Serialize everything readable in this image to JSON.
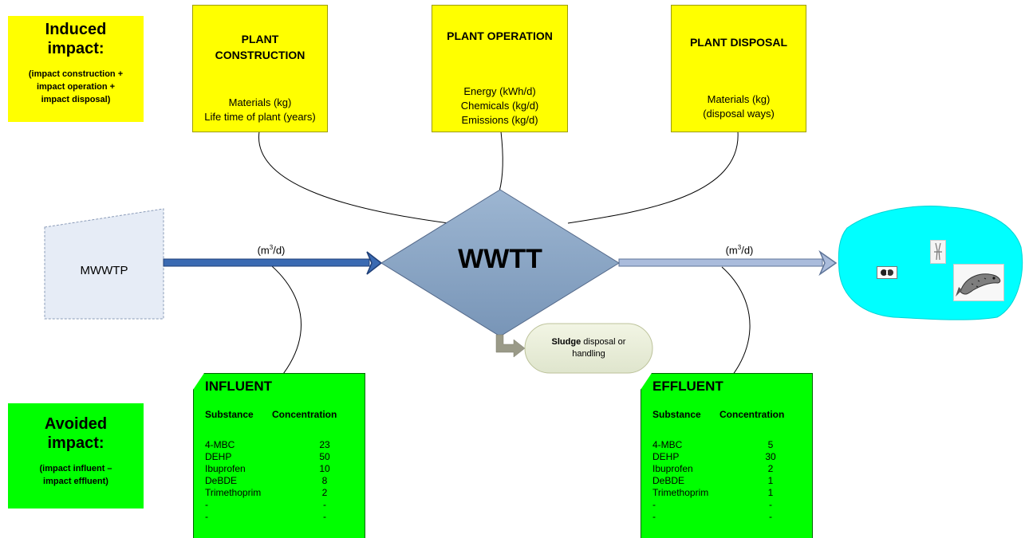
{
  "induced": {
    "title_line1": "Induced",
    "title_line2": "impact:",
    "detail_line1": "(impact construction +",
    "detail_line2": "impact operation +",
    "detail_line3": "impact disposal)"
  },
  "avoided": {
    "title_line1": "Avoided",
    "title_line2": "impact:",
    "detail_line1": "(impact influent –",
    "detail_line2": "impact effluent)"
  },
  "plant_construction": {
    "title_line1": "PLANT",
    "title_line2": "CONSTRUCTION",
    "line1": "Materials (kg)",
    "line2": "Life time of plant (years)"
  },
  "plant_operation": {
    "title": "PLANT OPERATION",
    "line1": "Energy (kWh/d)",
    "line2": "Chemicals (kg/d)",
    "line3": "Emissions (kg/d)"
  },
  "plant_disposal": {
    "title": "PLANT DISPOSAL",
    "line1": "Materials (kg)",
    "line2": "(disposal ways)"
  },
  "mwwtp_label": "MWWTP",
  "center_label": "WWTT",
  "flow_label": {
    "pre": "(m",
    "sup": "3",
    "post": "/d)"
  },
  "sludge": {
    "bold": "Sludge",
    "rest1": " disposal or",
    "rest2": "handling"
  },
  "influent": {
    "title": "INFLUENT",
    "col1": "Substance",
    "col2": "Concentration",
    "rows": [
      {
        "name": "4-MBC",
        "value": "23"
      },
      {
        "name": "DEHP",
        "value": "50"
      },
      {
        "name": "Ibuprofen",
        "value": "10"
      },
      {
        "name": "DeBDE",
        "value": "8"
      },
      {
        "name": "Trimethoprim",
        "value": "2"
      },
      {
        "name": "-",
        "value": "-"
      },
      {
        "name": "-",
        "value": "-"
      }
    ]
  },
  "effluent": {
    "title": "EFFLUENT",
    "col1": "Substance",
    "col2": "Concentration",
    "rows": [
      {
        "name": "4-MBC",
        "value": "5"
      },
      {
        "name": "DEHP",
        "value": "30"
      },
      {
        "name": "Ibuprofen",
        "value": "2"
      },
      {
        "name": "DeBDE",
        "value": "1"
      },
      {
        "name": "Trimethoprim",
        "value": "1"
      },
      {
        "name": "-",
        "value": "-"
      },
      {
        "name": "-",
        "value": "-"
      }
    ]
  },
  "colors": {
    "yellow": "#ffff00",
    "green": "#00ff00",
    "water": "#00ffff",
    "diamond": "#8faac8",
    "arrow_in": "#3a6ab2",
    "arrow_out": "#aabcdc"
  }
}
